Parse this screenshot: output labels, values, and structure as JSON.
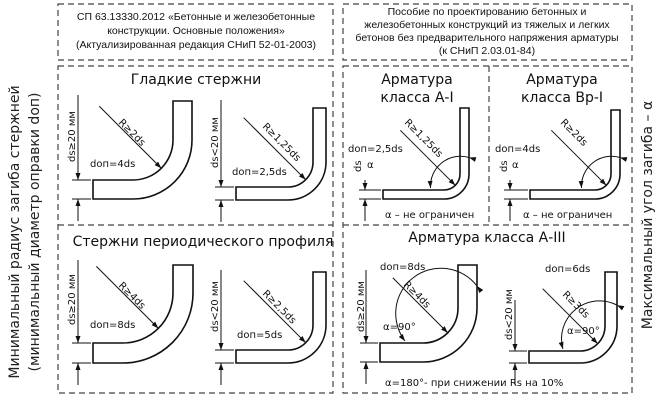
{
  "header_left": [
    "СП 63.13330.2012 «Бетонные и железобетонные",
    "конструкции. Основные положения»",
    "(Актуализированная редакция СНиП 52-01-2003)"
  ],
  "header_right": [
    "Пособие по проектированию бетонных и",
    "железобетонных конструкций из тяжелых и легких",
    "бетонов без предварительного напряжения арматуры",
    "(к СНиП 2.03.01-84)"
  ],
  "side_left": [
    "Минимальный радиус загиба стержней",
    "(минимальный диаметр оправки dоп)"
  ],
  "side_right": "Максимальный угол загиба – α",
  "smooth": {
    "title": "Гладкие стержни",
    "large": {
      "ds": "ds≥20 мм",
      "don": "dоп=4ds",
      "r": "R≥2ds"
    },
    "small": {
      "ds": "ds<20 мм",
      "don": "dоп=2,5ds",
      "r": "R≥1,25ds"
    }
  },
  "periodic": {
    "title": "Стержни периодического профиля",
    "large": {
      "ds": "ds≥20 мм",
      "don": "dоп=8ds",
      "r": "R≥4ds"
    },
    "small": {
      "ds": "ds<20 мм",
      "don": "dоп=5ds",
      "r": "R≥2,5ds"
    }
  },
  "a1": {
    "title": [
      "Арматура",
      "класса А-I"
    ],
    "ds": "ds",
    "don": "dоп=2,5ds",
    "r": "R≥1,25ds",
    "alpha": "α",
    "note": "α – не ограничен"
  },
  "bp1": {
    "title": [
      "Арматура",
      "класса Вр-I"
    ],
    "ds": "ds",
    "don": "dоп=4ds",
    "r": "R≥2ds",
    "alpha": "α",
    "note": "α – не ограничен"
  },
  "a3": {
    "title": "Арматура класса А-III",
    "large": {
      "ds": "ds≥20 мм",
      "don": "dоп=8ds",
      "r": "R≥4ds",
      "alpha": "α=90°"
    },
    "small": {
      "ds": "ds<20 мм",
      "don": "dоп=6ds",
      "r": "R≥3ds",
      "alpha": "α=90°"
    },
    "note": "α=180°- при снижении Rs на 10%"
  }
}
